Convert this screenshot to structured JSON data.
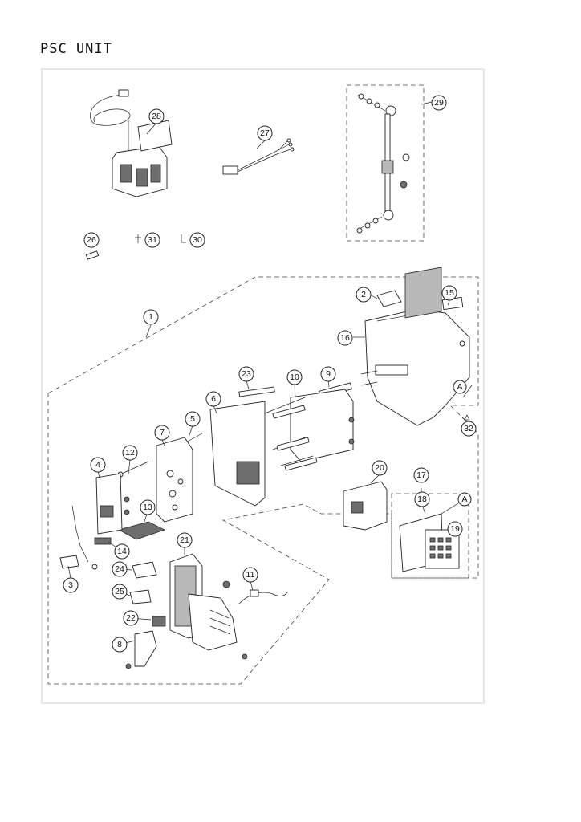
{
  "title": "PSC UNIT",
  "callouts": [
    "1",
    "2",
    "3",
    "4",
    "5",
    "6",
    "7",
    "8",
    "9",
    "10",
    "11",
    "12",
    "13",
    "14",
    "15",
    "16",
    "17",
    "18",
    "19",
    "20",
    "21",
    "22",
    "23",
    "24",
    "25",
    "26",
    "27",
    "28",
    "29",
    "30",
    "31",
    "32"
  ],
  "reference_labels": [
    "A",
    "A"
  ]
}
